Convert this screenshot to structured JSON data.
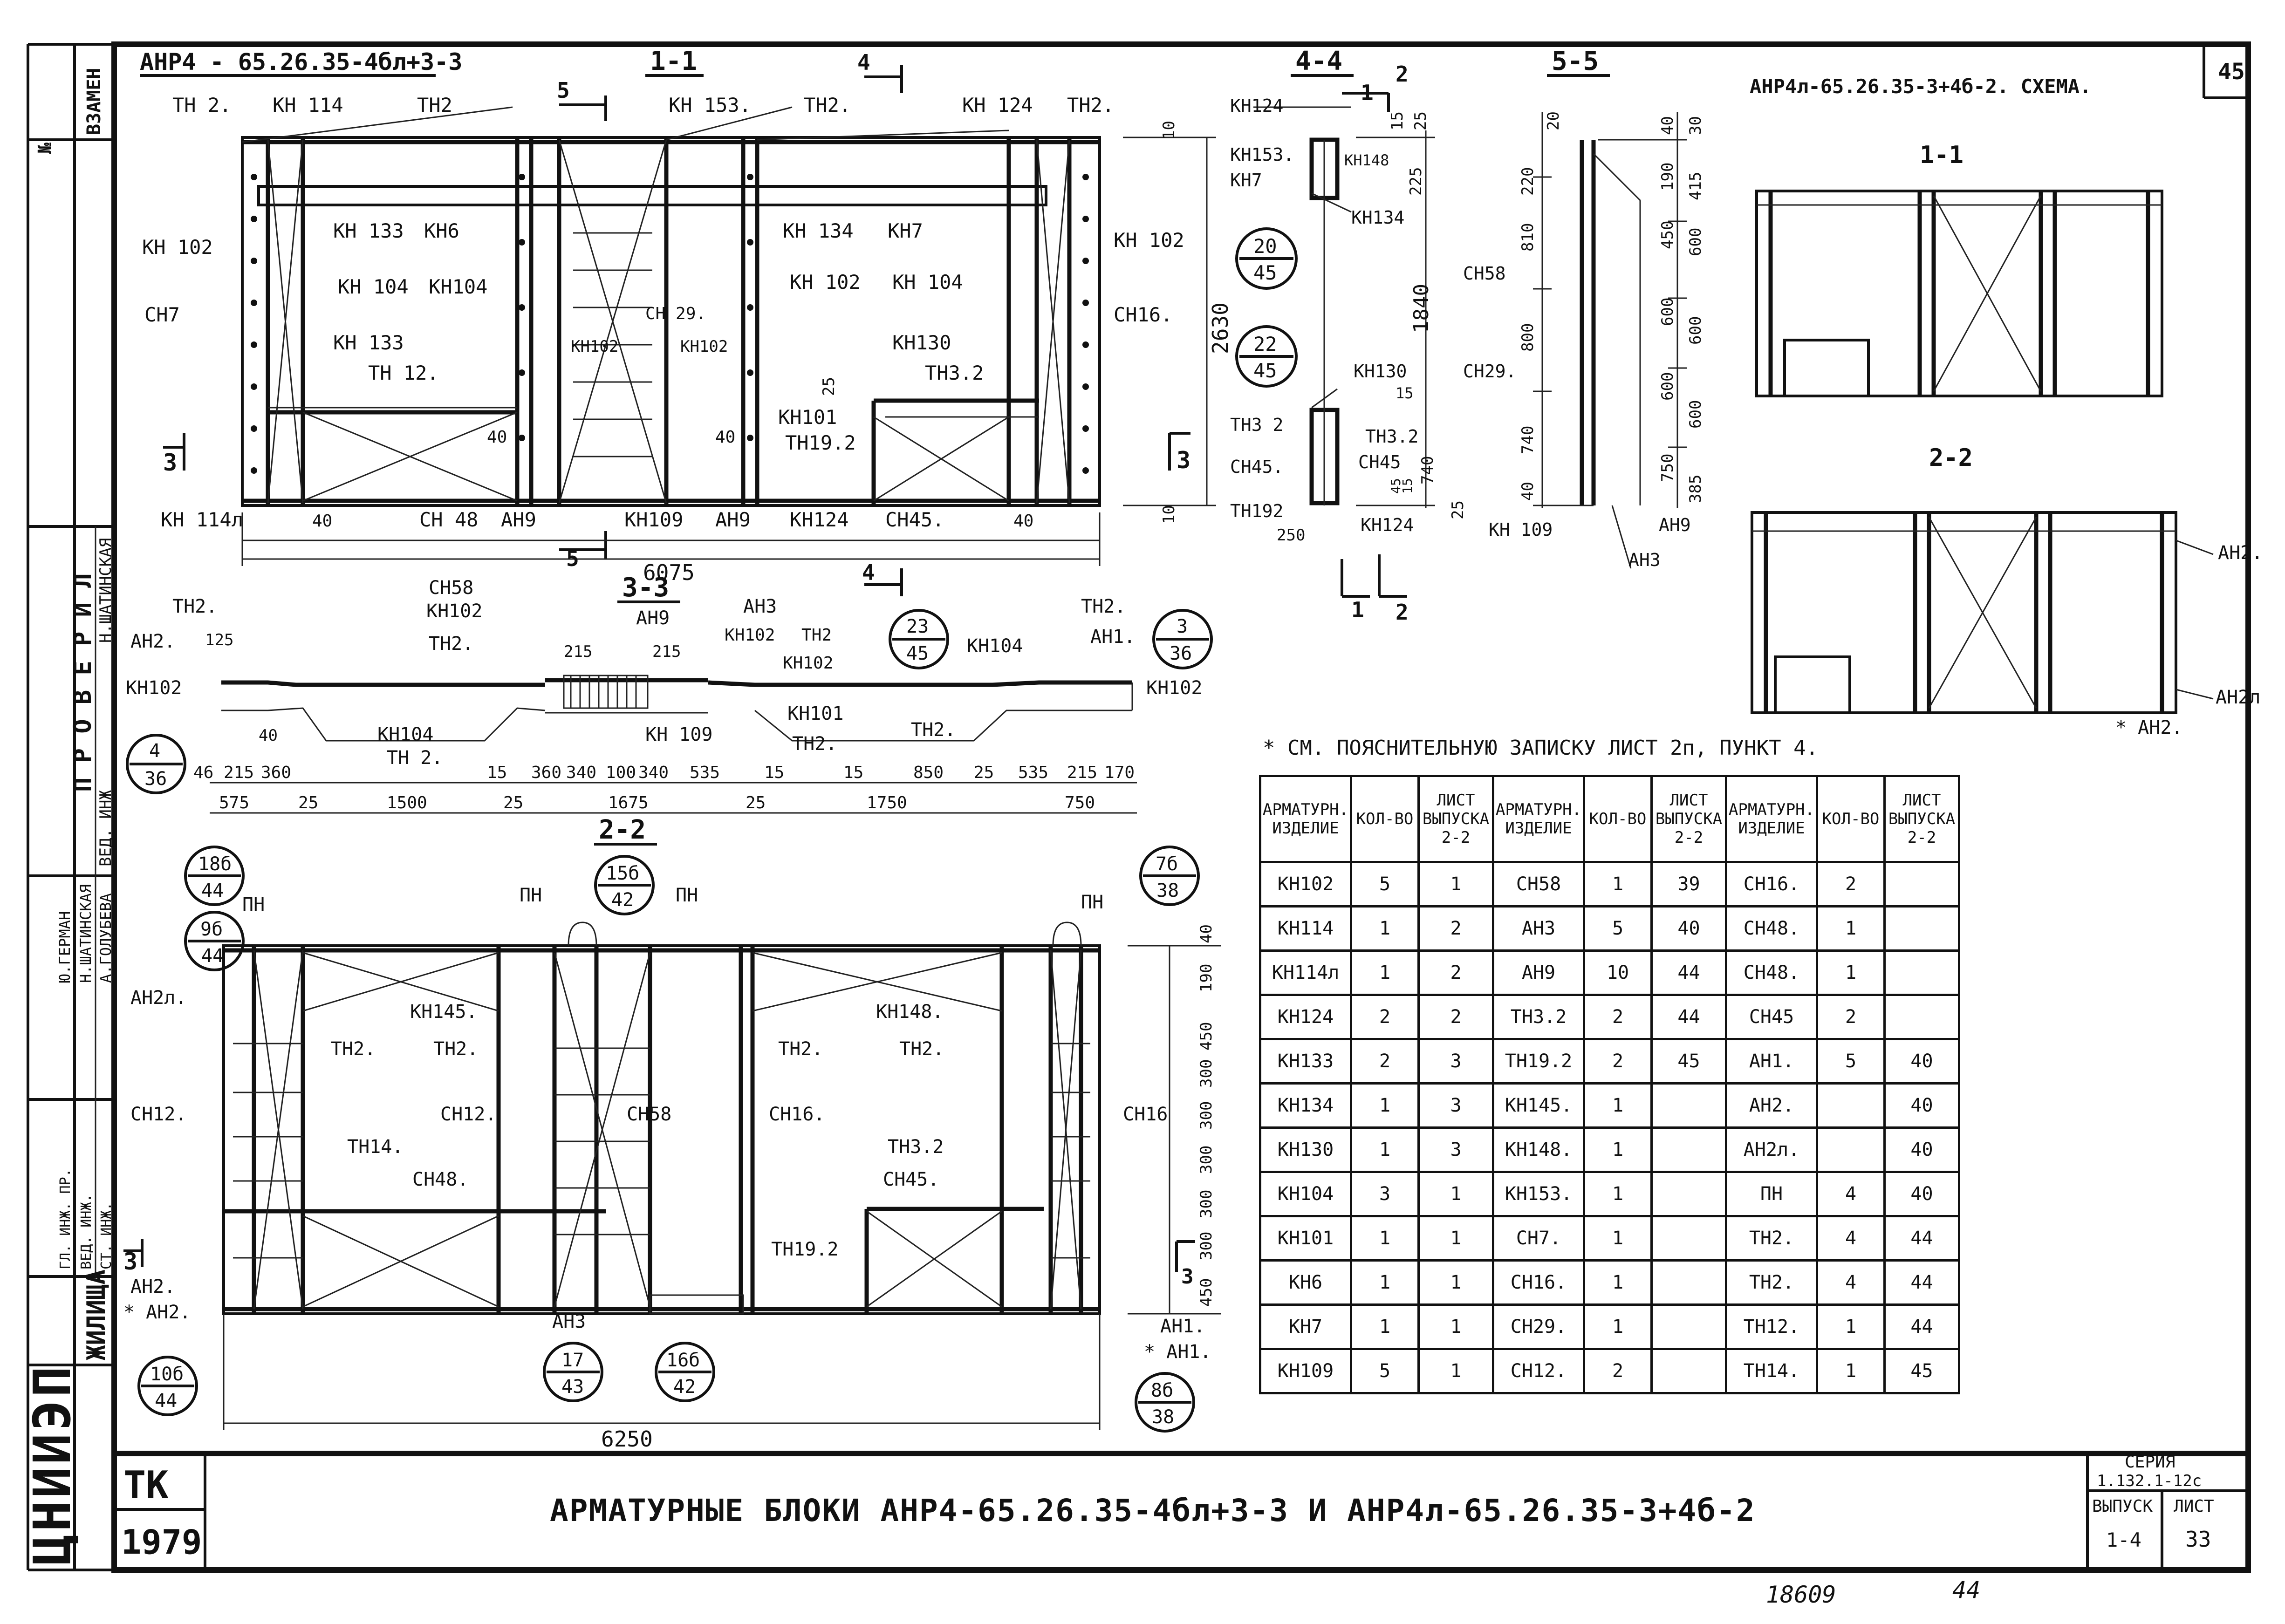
{
  "header": {
    "block_main": "АНР4 - 65.26.35-4бл+3-3",
    "schema_title": "АНР4л-65.26.35-3+4б-2. СХЕМА.",
    "sheet_corner": "45",
    "sec_1_1": "1-1",
    "sec_4_4": "4-4",
    "sec_5_5": "5-5",
    "sec_3_3": "3-3",
    "sec_2_2": "2-2",
    "schema_1_1": "1-1",
    "schema_2_2": "2-2"
  },
  "side_strip": {
    "vzamen": "ВЗАМЕН",
    "no": "№",
    "proveril": "П Р О В Е Р И Л",
    "names": [
      "Н.ШАТИНСКАЯ",
      "Ю.ГЕРМАН",
      "Н.ШАТИНСКАЯ",
      "А.ГОЛУБЕВА"
    ],
    "roles": [
      "ВЕД. ИНЖ",
      "ГЛ. ИНЖ. ПР.",
      "ВЕД. ИНЖ.",
      "СТ. ИНЖ."
    ],
    "org": "ЖИЛИЩА",
    "logo": "ЦНИИЭП"
  },
  "labels_1_1": {
    "tn2_a": "ТН 2.",
    "kn114": "КН 114",
    "tn2_b": "ТН2",
    "mark5": "5",
    "kn153": "КН 153.",
    "tn2_c": "ТН2.",
    "kn124": "КН 124",
    "tn2_d": "ТН2.",
    "kn102_l": "КН 102",
    "kn133_a": "КН 133",
    "kn6": "КН6",
    "kn134": "КН 134",
    "kn7": "КН7",
    "kn102_r": "КН 102",
    "sn7": "СН7",
    "kn104_a": "КН 104",
    "kn104_b": "КН104",
    "sn29": "СН 29.",
    "kn102_c": "КН 102",
    "kn104_c": "КН 104",
    "sn16": "СН16.",
    "kn133_b": "КН 133",
    "kn102_v1": "КН102",
    "kn102_v2": "КН102",
    "tn12": "ТН 12.",
    "kn130": "КН130",
    "d25": "25",
    "tn32": "ТН3.2",
    "kn101": "КН101",
    "tn192": "ТН19.2",
    "d40_a": "40",
    "d40_b": "40",
    "mark3_l": "3",
    "mark3_r": "3",
    "kn114l": "КН 114л",
    "d40_c": "40",
    "sn48": "СН 48",
    "an9_a": "АН9",
    "kn109": "КН109",
    "an9_b": "АН9",
    "kn124_b": "КН124",
    "sn45": "СН45.",
    "d40_d": "40",
    "mark5_b": "5",
    "len": "6075",
    "h2630": "2630",
    "d10_a": "10",
    "d10_b": "10",
    "mark4": "4",
    "mark4_b": "4"
  },
  "labels_4_4": {
    "kn124": "КН124",
    "kn153": "КН153.",
    "kn7": "КН7",
    "kn148": "КН148",
    "kn134": "КН134",
    "d15": "15",
    "d25": "25",
    "d225": "225",
    "c1_top": "20",
    "c1_bot": "45",
    "h1840": "1840",
    "c2_top": "22",
    "c2_bot": "45",
    "kn130": "КН130",
    "d15b": "15",
    "tn32a": "ТН3 2",
    "tn32b": "ТН3.2",
    "sn45a": "СН45.",
    "sn45b": "СН45",
    "d740": "740",
    "d45": "45",
    "d15c": "15",
    "d25b": "25",
    "tn192": "ТН192",
    "kn124b": "КН124",
    "d250": "250",
    "m1": "1",
    "m2": "2",
    "m1b": "1",
    "m2b": "2"
  },
  "labels_5_5": {
    "d20": "20",
    "d40": "40",
    "d30": "30",
    "d220": "220",
    "d190": "190",
    "d415": "415",
    "d810": "810",
    "d450": "450",
    "d600a": "600",
    "sn58": "СН58",
    "d600b": "600",
    "d600c": "600",
    "d800": "800",
    "sn29": "СН29.",
    "d600d": "600",
    "d600e": "600",
    "d740": "740",
    "d750": "750",
    "d385": "385",
    "d40b": "40",
    "kn109": "КН 109",
    "an9": "АН9",
    "an3": "АН3"
  },
  "labels_3_3": {
    "tn2_a": "ТН2.",
    "sn58": "СН58",
    "kn102_t": "КН102",
    "an3": "АН3",
    "tn2_r": "ТН2.",
    "an2": "АН2.",
    "d125": "125",
    "tn2_b": "ТН2.",
    "an9": "АН9",
    "kn102_u": "КН102",
    "tn2_c": "ТН2",
    "kn104_r": "КН104",
    "an1": "АН1.",
    "d215a": "215",
    "d215b": "215",
    "kn102_l": "КН102",
    "kn102_m": "КН102",
    "kn102_r": "КН102",
    "d40": "40",
    "kn104": "КН104",
    "kn109": "КН 109",
    "kn101": "КН101",
    "tn2_d": "ТН2.",
    "tn2_e": "ТН 2.",
    "tn2_f": "ТН2.",
    "c_l_top": "4",
    "c_l_bot": "36",
    "c_m_top": "23",
    "c_m_bot": "45",
    "c_r_top": "3",
    "c_r_bot": "36",
    "dims_top": [
      "46",
      "215",
      "360",
      "15",
      "360",
      "340",
      "100",
      "340",
      "535",
      "15",
      "15",
      "850",
      "25",
      "535",
      "215",
      "170"
    ],
    "dims_bot": [
      "575",
      "25",
      "1500",
      "25",
      "1675",
      "25",
      "1750",
      "750"
    ]
  },
  "labels_2_2": {
    "c_18": "18б",
    "c_18b": "44",
    "pn_a": "ПН",
    "c_15": "15б",
    "c_15b": "42",
    "pn_b": "ПН",
    "pn_c": "ПН",
    "pn_d": "ПН",
    "c_7": "7б",
    "c_7b": "38",
    "c_9": "9б",
    "c_9b": "44",
    "an2l": "АН2л.",
    "kn145": "КН145.",
    "kn148": "КН148.",
    "tn2a": "ТН2.",
    "tn2b": "ТН2.",
    "tn2c": "ТН2.",
    "tn2d": "ТН2.",
    "sn12a": "СН12.",
    "sn12b": "СН12.",
    "sn58": "СН58",
    "sn16a": "СН16.",
    "sn16b": "СН16",
    "tn14": "ТН14.",
    "sn48": "СН48.",
    "tn32": "ТН3.2",
    "sn45": "СН45.",
    "tn192": "ТН19.2",
    "mark3_l": "3",
    "mark3_r": "3",
    "an2": "АН2.",
    "an2s": "* АН2.",
    "an3": "АН3",
    "an1": "АН1.",
    "an1s": "* АН1.",
    "c_10": "10б",
    "c_10b": "44",
    "c_17": "17",
    "c_17b": "43",
    "c_16": "16б",
    "c_16b": "42",
    "c_8": "8б",
    "c_8b": "38",
    "len": "6250",
    "dims_v": [
      "40",
      "190",
      "450",
      "300",
      "300",
      "300",
      "300",
      "300",
      "450"
    ]
  },
  "labels_schema": {
    "an2a": "АН2.",
    "an2l": "АН2л",
    "an2s": "* АН2."
  },
  "note": "* СМ. ПОЯСНИТЕЛЬНУЮ ЗАПИСКУ ЛИСТ 2п, ПУНКТ 4.",
  "spec_table": {
    "headers": [
      "АРМАТУРН. ИЗДЕЛИЕ",
      "КОЛ-ВО",
      "ЛИСТ ВЫПУСКА 2-2"
    ],
    "rows": [
      [
        "КН102",
        "5",
        "1",
        "СН58",
        "1",
        "39",
        "СН16.",
        "2",
        ""
      ],
      [
        "КН114",
        "1",
        "2",
        "АН3",
        "5",
        "40",
        "СН48.",
        "1",
        ""
      ],
      [
        "КН114л",
        "1",
        "2",
        "АН9",
        "10",
        "44",
        "СН48.",
        "1",
        ""
      ],
      [
        "КН124",
        "2",
        "2",
        "ТН3.2",
        "2",
        "44",
        "СН45",
        "2",
        ""
      ],
      [
        "КН133",
        "2",
        "3",
        "ТН19.2",
        "2",
        "45",
        "АН1.",
        "5",
        "40"
      ],
      [
        "КН134",
        "1",
        "3",
        "КН145.",
        "1",
        "",
        "АН2.",
        "",
        "40"
      ],
      [
        "КН130",
        "1",
        "3",
        "КН148.",
        "1",
        "",
        "АН2л.",
        "",
        "40"
      ],
      [
        "КН104",
        "3",
        "1",
        "КН153.",
        "1",
        "",
        "ПН",
        "4",
        "40"
      ],
      [
        "КН101",
        "1",
        "1",
        "СН7.",
        "1",
        "",
        "ТН2.",
        "4",
        "44"
      ],
      [
        "КН6",
        "1",
        "1",
        "СН16.",
        "1",
        "",
        "ТН2.",
        "4",
        "44"
      ],
      [
        "КН7",
        "1",
        "1",
        "СН29.",
        "1",
        "",
        "ТН12.",
        "1",
        "44"
      ],
      [
        "КН109",
        "5",
        "1",
        "СН12.",
        "2",
        "",
        "ТН14.",
        "1",
        "45"
      ]
    ]
  },
  "title_block": {
    "tk": "ТК",
    "year": "1979",
    "title": "АРМАТУРНЫЕ БЛОКИ АНР4-65.26.35-4бл+3-3 И АНР4л-65.26.35-3+4б-2",
    "series_label": "СЕРИЯ",
    "series": "1.132.1-12с",
    "issue_label": "ВЫПУСК",
    "issue": "1-4",
    "sheet_label": "ЛИСТ",
    "sheet": "33"
  },
  "stamps": {
    "inv_number": "18609",
    "page_no": "44"
  }
}
